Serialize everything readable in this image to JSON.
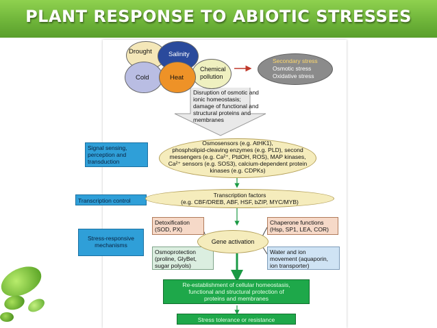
{
  "slide": {
    "title": "PLANT RESPONSE TO ABIOTIC STRESSES"
  },
  "stresses": {
    "drought": "Drought",
    "salinity": "Salinity",
    "cold": "Cold",
    "heat": "Heat",
    "chemical_line1": "Chemical",
    "chemical_line2": "pollution"
  },
  "secondary": {
    "line1": "Secondary stress",
    "line2": "Osmotic stress",
    "line3": "Oxidative stress"
  },
  "disruption": {
    "lines": [
      "Disruption of osmotic and",
      "ionic homeostasis;",
      "damage of functional and",
      "structural proteins and",
      "membranes"
    ]
  },
  "signal": {
    "label_lines": [
      "Signal sensing,",
      "perception and",
      "transduction"
    ],
    "text_lines": [
      "Osmosensors (e.g. AtHK1),",
      "phospholipid-cleaving enzymes (e.g. PLD), second",
      "messengers (e.g. Ca²⁺, PtdOH, ROS), MAP kinases,",
      "Ca²⁺ sensors (e.g. SOS3), calcium-dependent protein",
      "kinases (e.g. CDPKs)"
    ]
  },
  "transcription": {
    "label": "Transcription control",
    "text_lines": [
      "Transcription factors",
      "(e.g. CBF/DREB, ABF, HSF, bZIP, MYC/MYB)"
    ]
  },
  "mechanisms": {
    "label_lines": [
      "Stress-responsive",
      "mechanisms"
    ],
    "gene_activation": "Gene activation",
    "detox_lines": [
      "Detoxification",
      "(SOD, PX)"
    ],
    "chaperone_lines": [
      "Chaperone functions",
      "(Hsp, SP1, LEA, COR)"
    ],
    "osmo_lines": [
      "Osmoprotection",
      "(proline, GlyBet,",
      "sugar polyols)"
    ],
    "water_lines": [
      "Water and ion",
      "movement (aquaporin,",
      "ion transporter)"
    ]
  },
  "outcome": {
    "reestablish_lines": [
      "Re-establishment of cellular homeostasis,",
      "functional and structural protection of",
      "proteins and membranes"
    ],
    "tolerance": "Stress tolerance or resistance"
  },
  "colors": {
    "banner": "#6fb53a",
    "drought": "#f4e7b8",
    "salinity": "#2a4a9c",
    "cold": "#b9bde3",
    "heat": "#ee9227",
    "chemical": "#eff0c0",
    "secondary": "#8b8b8b",
    "label_box": "#2f9fd8",
    "ellipse": "#f5ecbc",
    "outcome_green": "#1ea84a"
  }
}
